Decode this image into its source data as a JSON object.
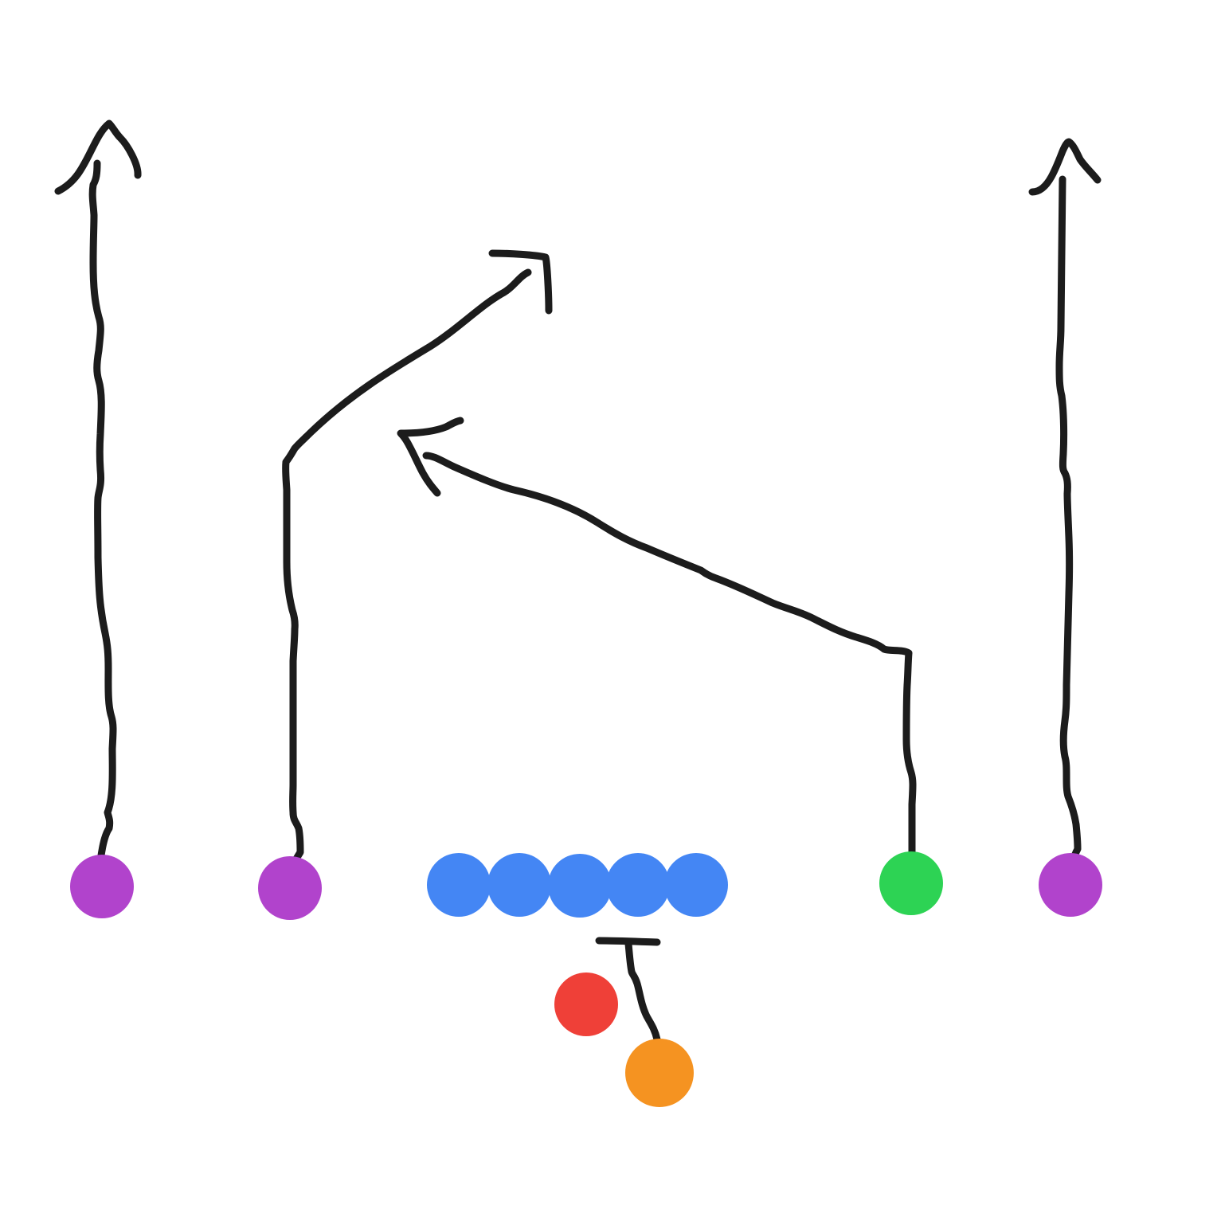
{
  "diagram": {
    "type": "football-play",
    "colors": {
      "receiver": "#B143CC",
      "offensive_line": "#4486F4",
      "tight_end": "#2DD354",
      "center_marker": "#EF4038",
      "back": "#F59321",
      "route_ink": "#1C1C1C",
      "background": "#FFFFFF"
    },
    "players": [
      {
        "id": "receiver-left-outside",
        "role": "receiver",
        "color_key": "receiver"
      },
      {
        "id": "receiver-left-slot",
        "role": "receiver",
        "color_key": "receiver"
      },
      {
        "id": "lineman-1",
        "role": "offensive_line",
        "color_key": "offensive_line"
      },
      {
        "id": "lineman-2",
        "role": "offensive_line",
        "color_key": "offensive_line"
      },
      {
        "id": "lineman-3",
        "role": "offensive_line",
        "color_key": "offensive_line"
      },
      {
        "id": "lineman-4",
        "role": "offensive_line",
        "color_key": "offensive_line"
      },
      {
        "id": "lineman-5",
        "role": "offensive_line",
        "color_key": "offensive_line"
      },
      {
        "id": "tight-end",
        "role": "tight_end",
        "color_key": "tight_end"
      },
      {
        "id": "receiver-right-outside",
        "role": "receiver",
        "color_key": "receiver"
      },
      {
        "id": "quarterback",
        "role": "quarterback",
        "color_key": "center_marker"
      },
      {
        "id": "running-back",
        "role": "running_back",
        "color_key": "back"
      }
    ],
    "routes": [
      {
        "id": "route-left-outside-go",
        "kind": "go",
        "end": "arrow"
      },
      {
        "id": "route-left-slot-post-corner",
        "kind": "post",
        "end": "arrow"
      },
      {
        "id": "route-tight-end-crossing",
        "kind": "crossing",
        "end": "arrow"
      },
      {
        "id": "route-right-outside-go",
        "kind": "go",
        "end": "arrow"
      },
      {
        "id": "route-running-back-block",
        "kind": "block",
        "end": "t-bar"
      }
    ]
  }
}
